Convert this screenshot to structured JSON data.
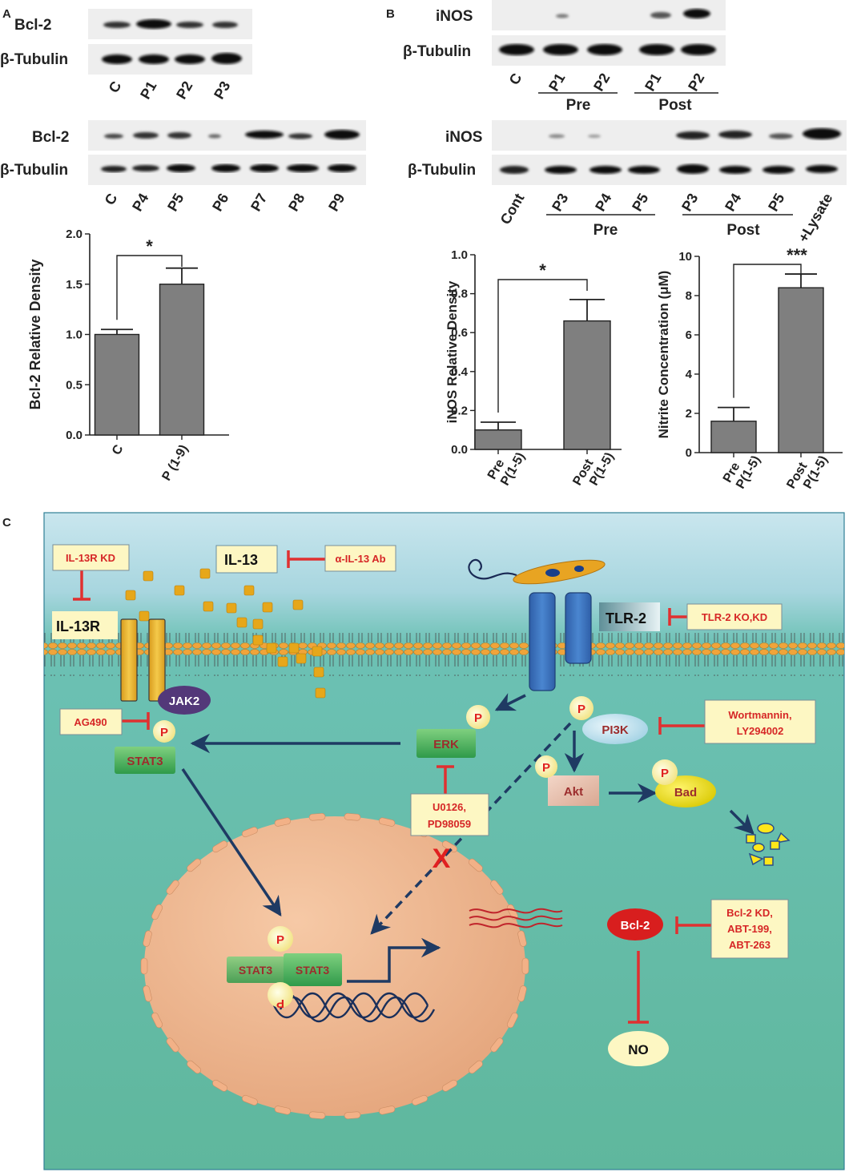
{
  "panelA": {
    "letter": "A",
    "blot1": {
      "protein": "Bcl-2",
      "loading": "β-Tubulin",
      "lanes": [
        "C",
        "P1",
        "P2",
        "P3"
      ]
    },
    "blot2": {
      "protein": "Bcl-2",
      "loading": "β-Tubulin",
      "lanes": [
        "C",
        "P4",
        "P5",
        "P6",
        "P7",
        "P8",
        "P9"
      ]
    }
  },
  "panelB": {
    "letter": "B",
    "blot1": {
      "protein": "iNOS",
      "loading": "β-Tubulin",
      "lanes": [
        "C",
        "P1",
        "P2",
        "P1",
        "P2"
      ],
      "groups": [
        "Pre",
        "Post"
      ]
    },
    "blot2": {
      "protein": "iNOS",
      "loading": "β-Tubulin",
      "lanes": [
        "Cont",
        "P3",
        "P4",
        "P5",
        "P3",
        "P4",
        "P5",
        "+Lysate"
      ],
      "groups": [
        "Pre",
        "Post"
      ]
    }
  },
  "chart_data": [
    {
      "type": "bar",
      "categories": [
        "C",
        "P (1-9)"
      ],
      "values": [
        1.0,
        1.5
      ],
      "errors": [
        0.05,
        0.16
      ],
      "ylabel": "Bcl-2 Relative Density",
      "ylim": [
        0,
        2.0
      ],
      "yticks": [
        "0.0",
        "0.5",
        "1.0",
        "1.5",
        "2.0"
      ],
      "significance": "*",
      "bar_color": "#7f7f7f"
    },
    {
      "type": "bar",
      "categories": [
        "Pre P(1-5)",
        "Post P(1-5)"
      ],
      "category_lines": [
        [
          "Pre",
          "P(1-5)"
        ],
        [
          "Post",
          "P(1-5)"
        ]
      ],
      "values": [
        0.1,
        0.66
      ],
      "errors": [
        0.04,
        0.11
      ],
      "ylabel": "iNOS Relative Density",
      "ylim": [
        0,
        1.0
      ],
      "yticks": [
        "0.0",
        "0.2",
        "0.4",
        "0.6",
        "0.8",
        "1.0"
      ],
      "significance": "*",
      "bar_color": "#7f7f7f"
    },
    {
      "type": "bar",
      "categories": [
        "Pre P(1-5)",
        "Post P(1-5)"
      ],
      "category_lines": [
        [
          "Pre",
          "P(1-5)"
        ],
        [
          "Post",
          "P(1-5)"
        ]
      ],
      "values": [
        1.6,
        8.4
      ],
      "errors": [
        0.7,
        0.7
      ],
      "ylabel": "Nitrite Concentration (μM)",
      "ylim": [
        0,
        10
      ],
      "yticks": [
        "0",
        "2",
        "4",
        "6",
        "8",
        "10"
      ],
      "significance": "***",
      "bar_color": "#7f7f7f"
    }
  ],
  "panelC": {
    "letter": "C",
    "inhibitors": {
      "il13r_kd": "IL-13R KD",
      "anti_il13": "α-IL-13 Ab",
      "tlr2_ko": "TLR-2 KO,KD",
      "ag490": "AG490",
      "wortmannin": [
        "Wortmannin,",
        "LY294002"
      ],
      "u0126": [
        "U0126,",
        "PD98059"
      ],
      "bcl2_kd": [
        "Bcl-2 KD,",
        "ABT-199,",
        "ABT-263"
      ]
    },
    "nodes": {
      "il13": "IL-13",
      "il13r": "IL-13R",
      "tlr2": "TLR-2",
      "jak2": "JAK2",
      "stat3": "STAT3",
      "erk": "ERK",
      "pi3k": "PI3K",
      "akt": "Akt",
      "bad": "Bad",
      "bcl2": "Bcl-2",
      "no": "NO",
      "p": "P",
      "x": "X"
    },
    "colors": {
      "inhibitor_red": "#e03030",
      "arrow_navy": "#1f3a63",
      "box_fill": "#fdf7c3"
    }
  }
}
